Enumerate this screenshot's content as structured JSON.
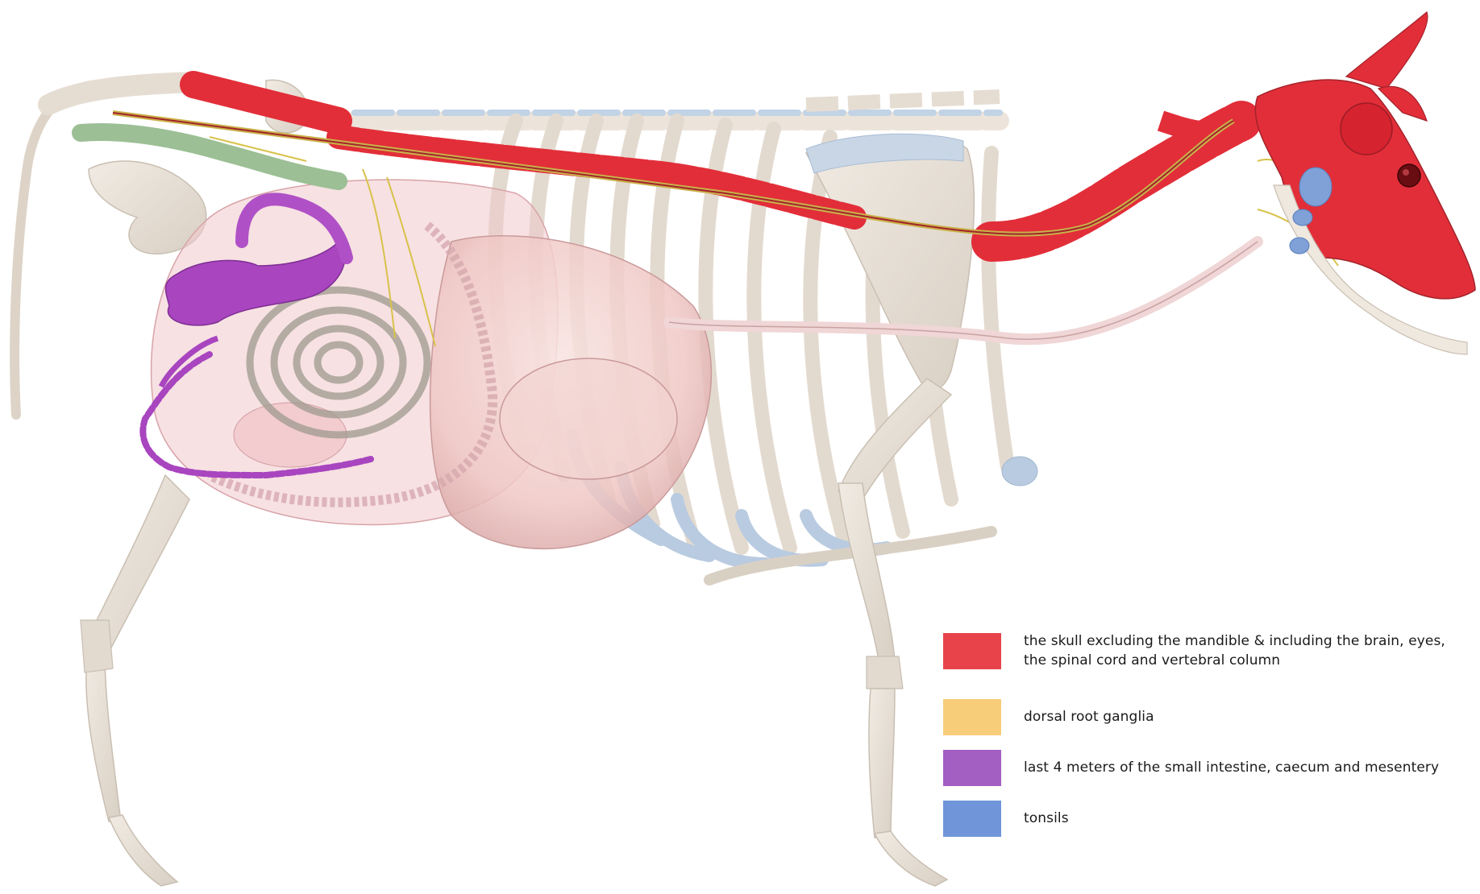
{
  "legend": {
    "items": [
      {
        "color": "#e8434a",
        "label": "the skull excluding the mandible & including the brain, eyes, the spinal cord and vertebral column"
      },
      {
        "color": "#f7cd7a",
        "label": "dorsal root ganglia"
      },
      {
        "color": "#a45fc2",
        "label": "last 4 meters of the small intestine, caecum and mesentery"
      },
      {
        "color": "#7095d9",
        "label": "tonsils"
      }
    ]
  },
  "colors": {
    "bone": "#e8e0d6",
    "bone_edge": "#c9bfb2",
    "highlight_red": "#e22e39",
    "ganglia_yellow": "#d9c24f",
    "intestine_purple": "#a44fbe",
    "tonsil_blue": "#7fa1d8",
    "cartilage_blue": "#b9cbe0",
    "organ_pink": "#f2cfcc",
    "esophagus_green": "#9cbf95"
  },
  "figure": {
    "subject": "cow-skeleton-with-organs",
    "icons": [
      "cow-skull",
      "vertebral-column",
      "rib-cage",
      "rumen",
      "intestines",
      "tonsils",
      "legs"
    ]
  }
}
